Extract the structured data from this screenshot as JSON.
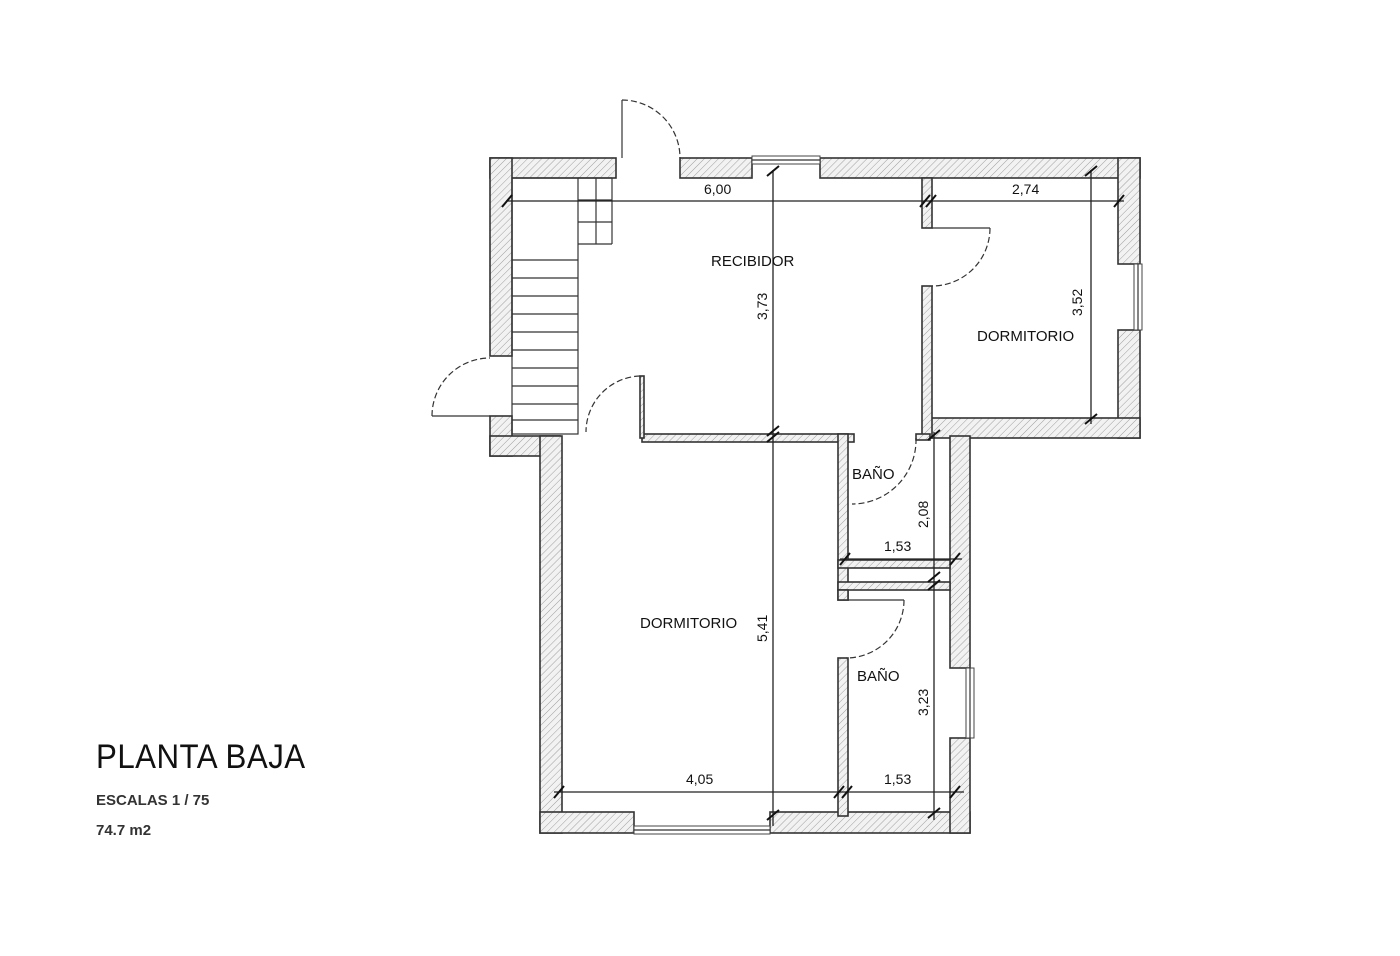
{
  "title": "PLANTA BAJA",
  "scale": "ESCALAS 1 / 75",
  "area": "74.7 m2",
  "rooms": {
    "recibidor": "RECIBIDOR",
    "dormitorio_1": "DORMITORIO",
    "dormitorio_2": "DORMITORIO",
    "bano_1": "BAÑO",
    "bano_2": "BAÑO"
  },
  "dimensions": {
    "recibidor_width": "6,00",
    "dormitorio_1_width": "2,74",
    "dormitorio_1_depth": "3,52",
    "recibidor_depth": "3,73",
    "bano_1_depth": "2,08",
    "bano_1_width": "1,53",
    "dormitorio_2_depth": "5,41",
    "bano_2_depth": "3,23",
    "dormitorio_2_width": "4,05",
    "bano_2_width": "1,53"
  }
}
